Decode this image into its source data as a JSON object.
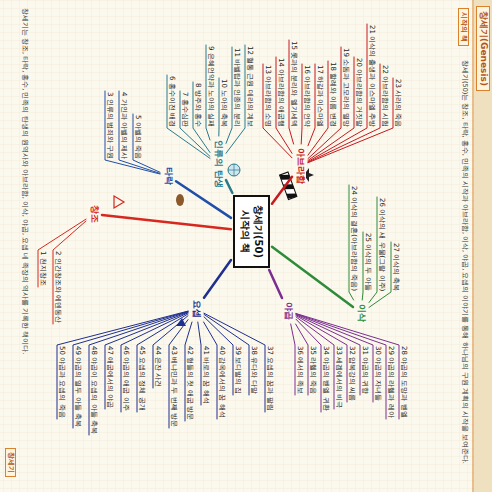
{
  "diagram": {
    "title": "창세기(Genesis)",
    "nodes": [
      {
        "text": [
          "창세기(50)",
          "시작의 책"
        ]
      },
      {
        "text": [
          "창조"
        ]
      },
      {
        "text": [
          "1 천지창조"
        ]
      },
      {
        "text": [
          "2 인간창조와 에덴동산"
        ]
      },
      {
        "text": [
          "타락"
        ]
      },
      {
        "text": [
          "3 인류의 범죄와 구원"
        ]
      },
      {
        "text": [
          "4 가인과 아벨의 제사"
        ]
      },
      {
        "text": [
          "5 아벨의 죽음"
        ]
      },
      {
        "text": [
          "인류의 탄생"
        ]
      },
      {
        "text": [
          "6 홍수이전 배경"
        ]
      },
      {
        "text": [
          "7 홍수심판"
        ]
      },
      {
        "text": [
          "8 방주와 홍수"
        ]
      },
      {
        "text": [
          "9 은혜언약과 노아의 실패"
        ]
      },
      {
        "text": [
          "10 노아의 축복"
        ]
      },
      {
        "text": [
          "11 바벨탑과 인종의 분리"
        ]
      },
      {
        "text": [
          "12 혈통 근원 데라의 계보"
        ]
      },
      {
        "text": [
          "아브라함"
        ]
      },
      {
        "text": [
          "13 아브라함의 소명"
        ]
      },
      {
        "text": [
          "14 아브라함의 애굽행"
        ]
      },
      {
        "text": [
          "15 롯과의 분리와 멜기세덱"
        ]
      },
      {
        "text": [
          "16 아브라함의 언약"
        ]
      },
      {
        "text": [
          "17 하갈과 이스마엘"
        ]
      },
      {
        "text": [
          "18 할례와 이름 변경"
        ]
      },
      {
        "text": [
          "19 소돔과 고모라의 멸망"
        ]
      },
      {
        "text": [
          "20 아브라함의 거짓말"
        ]
      },
      {
        "text": [
          "21 이삭의 출생과 이스마엘 추방"
        ]
      },
      {
        "text": [
          "22 아브라함의 시험"
        ]
      },
      {
        "text": [
          "23 사라의 죽음"
        ]
      },
      {
        "text": [
          "이삭"
        ]
      },
      {
        "text": [
          "24 이삭의 결혼(아브라함의 죽음)"
        ]
      },
      {
        "text": [
          "25 이삭의 두 아들"
        ]
      },
      {
        "text": [
          "26 이삭의 새 우물(그랄 이주)"
        ]
      },
      {
        "text": [
          "27 이삭의 축복"
        ]
      },
      {
        "text": [
          "야곱"
        ]
      },
      {
        "text": [
          "28 야곱의 도망과 벧엘"
        ]
      },
      {
        "text": [
          "29 야곱의 라헬과 레아"
        ]
      },
      {
        "text": [
          "30 야곱의 자녀들"
        ]
      },
      {
        "text": [
          "31 야곱의 귀향"
        ]
      },
      {
        "text": [
          "32 얍복강의 씨름"
        ]
      },
      {
        "text": [
          "33 세겜에서의 비극"
        ]
      },
      {
        "text": [
          "34 야곱의 벧엘 귀환"
        ]
      },
      {
        "text": [
          "35 라헬의 죽음"
        ]
      },
      {
        "text": [
          "36 에서의 족보"
        ]
      },
      {
        "text": [
          "요셉"
        ]
      },
      {
        "text": [
          "37 요셉의 꿈과 팔림"
        ]
      },
      {
        "text": [
          "38 유다와 다말"
        ]
      },
      {
        "text": [
          "39 보디발의 집"
        ]
      },
      {
        "text": [
          "40 감옥에서의 꿈 해석"
        ]
      },
      {
        "text": [
          "41 바로의 꿈 해석"
        ]
      },
      {
        "text": [
          "42 형들의 첫 애굽 방문"
        ]
      },
      {
        "text": [
          "43 베냐민과 두 번째 방문"
        ]
      },
      {
        "text": [
          "44 은잔 사건"
        ]
      },
      {
        "text": [
          "45 요셉의 정체 공개"
        ]
      },
      {
        "text": [
          "46 야곱의 애굽 이주"
        ]
      },
      {
        "text": [
          "47 애굽에서의 야곱"
        ]
      },
      {
        "text": [
          "48 야곱이 요셉의 아들 축복"
        ]
      },
      {
        "text": [
          "49 야곱의 열두 아들 축복"
        ]
      },
      {
        "text": [
          "50 야곱과 요셉의 죽음"
        ]
      }
    ],
    "edges": [
      {
        "from": 0,
        "to": 1,
        "arrow": "none"
      },
      {
        "from": 1,
        "to": 2,
        "arrow": "none"
      },
      {
        "from": 1,
        "to": 3,
        "arrow": "none"
      },
      {
        "from": 0,
        "to": 4,
        "arrow": "none"
      },
      {
        "from": 4,
        "to": 5,
        "arrow": "none"
      },
      {
        "from": 4,
        "to": 6,
        "arrow": "none"
      },
      {
        "from": 4,
        "to": 7,
        "arrow": "none"
      },
      {
        "from": 0,
        "to": 8,
        "arrow": "none"
      },
      {
        "from": 8,
        "to": 9,
        "arrow": "none"
      },
      {
        "from": 8,
        "to": 10,
        "arrow": "none"
      },
      {
        "from": 8,
        "to": 11,
        "arrow": "none"
      },
      {
        "from": 8,
        "to": 12,
        "arrow": "none"
      },
      {
        "from": 8,
        "to": 13,
        "arrow": "none"
      },
      {
        "from": 8,
        "to": 14,
        "arrow": "none"
      },
      {
        "from": 8,
        "to": 15,
        "arrow": "none"
      },
      {
        "from": 0,
        "to": 16,
        "arrow": "none"
      },
      {
        "from": 16,
        "to": 17,
        "arrow": "none"
      },
      {
        "from": 16,
        "to": 18,
        "arrow": "none"
      },
      {
        "from": 16,
        "to": 19,
        "arrow": "none"
      },
      {
        "from": 16,
        "to": 20,
        "arrow": "none"
      },
      {
        "from": 16,
        "to": 21,
        "arrow": "none"
      },
      {
        "from": 16,
        "to": 22,
        "arrow": "none"
      },
      {
        "from": 16,
        "to": 23,
        "arrow": "none"
      },
      {
        "from": 16,
        "to": 24,
        "arrow": "none"
      },
      {
        "from": 16,
        "to": 25,
        "arrow": "none"
      },
      {
        "from": 16,
        "to": 26,
        "arrow": "none"
      },
      {
        "from": 16,
        "to": 27,
        "arrow": "none"
      },
      {
        "from": 0,
        "to": 28,
        "arrow": "none"
      },
      {
        "from": 28,
        "to": 29,
        "arrow": "none"
      },
      {
        "from": 28,
        "to": 30,
        "arrow": "none"
      },
      {
        "from": 28,
        "to": 31,
        "arrow": "none"
      },
      {
        "from": 28,
        "to": 32,
        "arrow": "none"
      },
      {
        "from": 0,
        "to": 33,
        "arrow": "none"
      },
      {
        "from": 33,
        "to": 34,
        "arrow": "none"
      },
      {
        "from": 33,
        "to": 35,
        "arrow": "none"
      },
      {
        "from": 33,
        "to": 36,
        "arrow": "none"
      },
      {
        "from": 33,
        "to": 37,
        "arrow": "none"
      },
      {
        "from": 33,
        "to": 38,
        "arrow": "none"
      },
      {
        "from": 33,
        "to": 39,
        "arrow": "none"
      },
      {
        "from": 33,
        "to": 40,
        "arrow": "none"
      },
      {
        "from": 33,
        "to": 41,
        "arrow": "none"
      },
      {
        "from": 33,
        "to": 42,
        "arrow": "none"
      },
      {
        "from": 0,
        "to": 43,
        "arrow": "none"
      },
      {
        "from": 43,
        "to": 44,
        "arrow": "none"
      },
      {
        "from": 43,
        "to": 45,
        "arrow": "none"
      },
      {
        "from": 43,
        "to": 46,
        "arrow": "none"
      },
      {
        "from": 43,
        "to": 47,
        "arrow": "none"
      },
      {
        "from": 43,
        "to": 48,
        "arrow": "none"
      },
      {
        "from": 43,
        "to": 49,
        "arrow": "none"
      },
      {
        "from": 43,
        "to": 50,
        "arrow": "none"
      },
      {
        "from": 43,
        "to": 51,
        "arrow": "none"
      },
      {
        "from": 43,
        "to": 52,
        "arrow": "none"
      },
      {
        "from": 43,
        "to": 53,
        "arrow": "none"
      },
      {
        "from": 43,
        "to": 54,
        "arrow": "none"
      },
      {
        "from": 43,
        "to": 55,
        "arrow": "none"
      },
      {
        "from": 43,
        "to": 56,
        "arrow": "none"
      },
      {
        "from": 43,
        "to": 57,
        "arrow": "none"
      }
    ],
    "labels": [
      "시작의 책",
      "창세기(50)는 창조, 타락, 홍수, 민족의 시작과 아브라함, 이삭, 야곱, 요셉의 이야기를 통해 하나님의 구원 계획의 시작을 보여준다.",
      "창세기는 창조, 타락, 홍수, 민족의 탄생의 원역사와 아브라함, 이삭, 야곱, 요셉 네 족장의 역사를 기록한 책이다.",
      "창세기"
    ]
  }
}
